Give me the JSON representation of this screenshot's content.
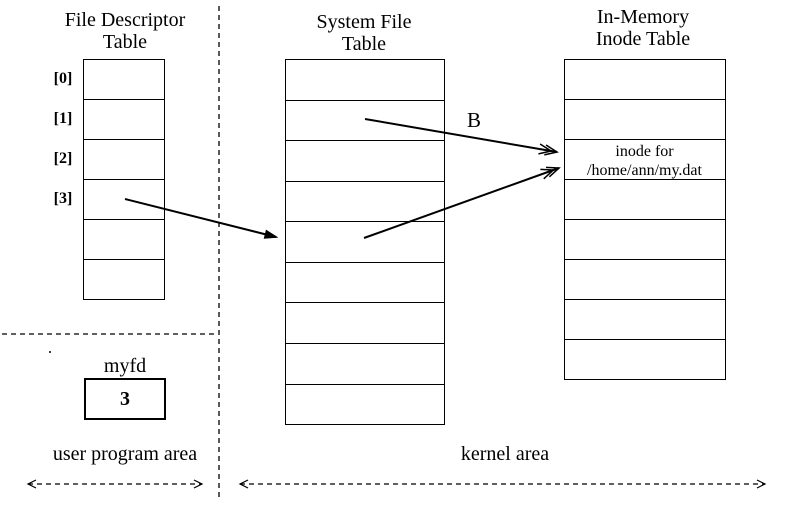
{
  "colors": {
    "background": "#ffffff",
    "ink": "#000000"
  },
  "tables": {
    "fd": {
      "title": [
        "File Descriptor",
        "Table"
      ],
      "row_labels": [
        "[0]",
        "[1]",
        "[2]",
        "[3]"
      ],
      "row_count": 6
    },
    "sft": {
      "title": [
        "System File",
        "Table"
      ],
      "row_count": 9
    },
    "inode": {
      "title": [
        "In-Memory",
        "Inode Table"
      ],
      "row_count": 8,
      "cell_text": [
        "inode for",
        "/home/ann/my.dat"
      ]
    }
  },
  "labels": {
    "arrow_b": "B",
    "myfd": "myfd",
    "myfd_value": "3",
    "user_area": "user program area",
    "kernel_area": "kernel area"
  }
}
